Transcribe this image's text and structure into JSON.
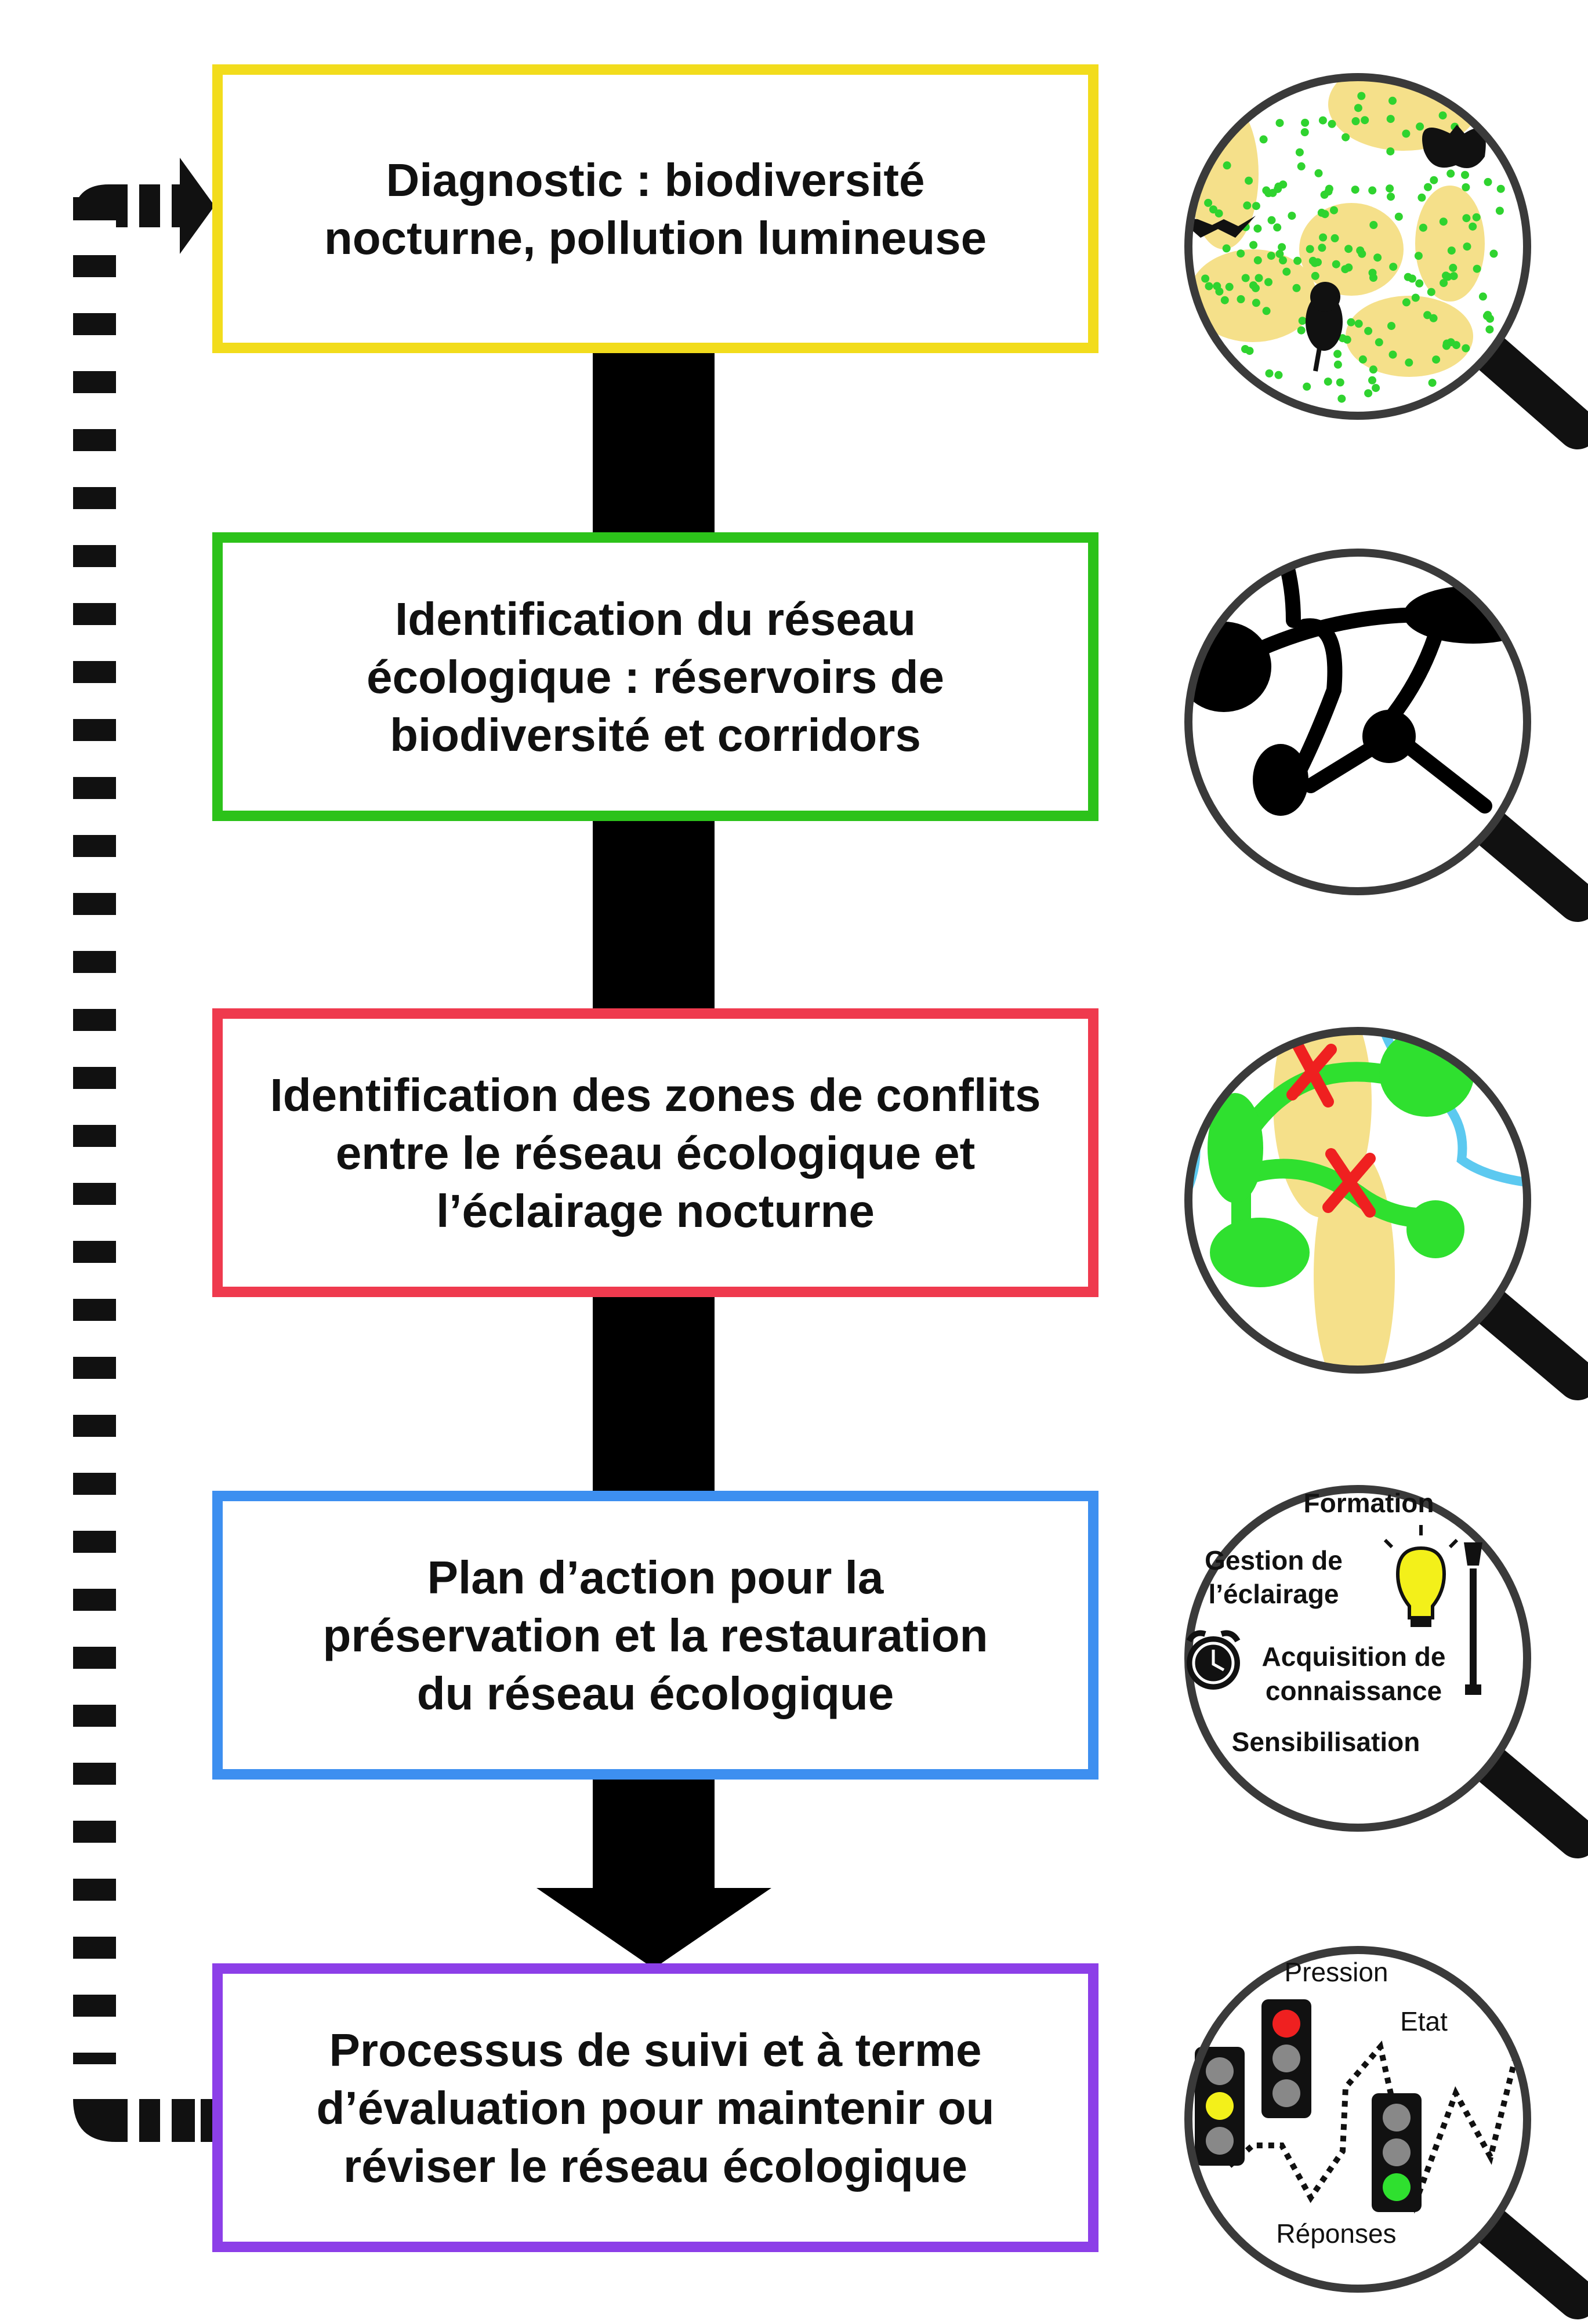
{
  "steps": [
    {
      "lines": [
        "Diagnostic : biodiversité",
        "nocturne, pollution lumineuse"
      ],
      "color": "#f2dc1c"
    },
    {
      "lines": [
        "Identification du réseau",
        "écologique : réservoirs de",
        "biodiversité et corridors"
      ],
      "color": "#2cc21a"
    },
    {
      "lines": [
        "Identification des zones de conflits",
        "entre le réseau écologique et",
        "l’éclairage nocturne"
      ],
      "color": "#ef3a4e"
    },
    {
      "lines": [
        "Plan d’action pour la",
        "préservation et la restauration",
        "du réseau écologique"
      ],
      "color": "#3d8ff0"
    },
    {
      "lines": [
        "Processus de suivi et à terme",
        "d’évaluation pour maintenir ou",
        "réviser le réseau écologique"
      ],
      "color": "#8c3fe8"
    }
  ],
  "lens_labels": {
    "formation": "Formation",
    "gestion_line1": "Gestion de",
    "gestion_line2": "l’éclairage",
    "acquisition_line1": "Acquisition de",
    "acquisition_line2": "connaissance",
    "sensibilisation": "Sensibilisation",
    "pression": "Pression",
    "etat": "Etat",
    "reponses": "Réponses"
  },
  "icons": {
    "lens1": "biodiversity-night-lens-icon",
    "lens2": "ecological-network-lens-icon",
    "lens3": "conflict-zones-lens-icon",
    "lens4": "action-plan-lens-icon",
    "lens5": "monitoring-indicators-lens-icon"
  }
}
